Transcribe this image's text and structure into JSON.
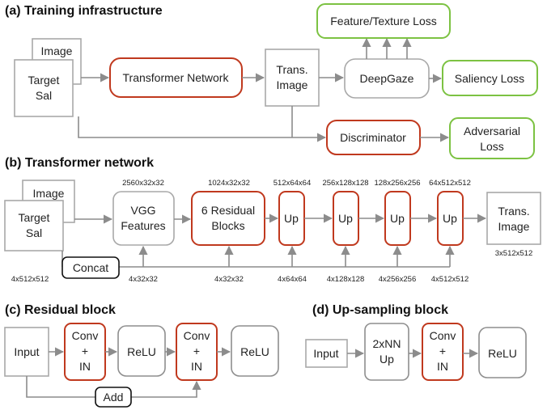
{
  "sections": {
    "a": "(a) Training infrastructure",
    "b": "(b) Transformer network",
    "c": "(c) Residual block",
    "d": "(d) Up-sampling block"
  },
  "a": {
    "image": "Image",
    "target_sal": [
      "Target",
      "Sal"
    ],
    "transformer": "Transformer Network",
    "trans_image": [
      "Trans.",
      "Image"
    ],
    "deepgaze": "DeepGaze",
    "feature_loss": "Feature/Texture Loss",
    "saliency_loss": "Saliency Loss",
    "discriminator": "Discriminator",
    "adversarial_loss": [
      "Adversarial",
      "Loss"
    ]
  },
  "b": {
    "image": "Image",
    "target_sal": [
      "Target",
      "Sal"
    ],
    "vgg": [
      "VGG",
      "Features"
    ],
    "residual": [
      "6 Residual",
      "Blocks"
    ],
    "up": "Up",
    "trans_image": [
      "Trans.",
      "Image"
    ],
    "concat": "Concat",
    "top_dims": [
      "2560x32x32",
      "1024x32x32",
      "512x64x64",
      "256x128x128",
      "128x256x256",
      "64x512x512"
    ],
    "output_dim": "3x512x512",
    "bottom_dims": [
      "4x512x512",
      "4x32x32",
      "4x32x32",
      "4x64x64",
      "4x128x128",
      "4x256x256",
      "4x512x512"
    ]
  },
  "c": {
    "input": "Input",
    "conv": [
      "Conv",
      "+",
      "IN"
    ],
    "relu": "ReLU",
    "add": "Add"
  },
  "d": {
    "input": "Input",
    "up": [
      "2xNN",
      "Up"
    ],
    "conv": [
      "Conv",
      "+",
      "IN"
    ],
    "relu": "ReLU"
  }
}
